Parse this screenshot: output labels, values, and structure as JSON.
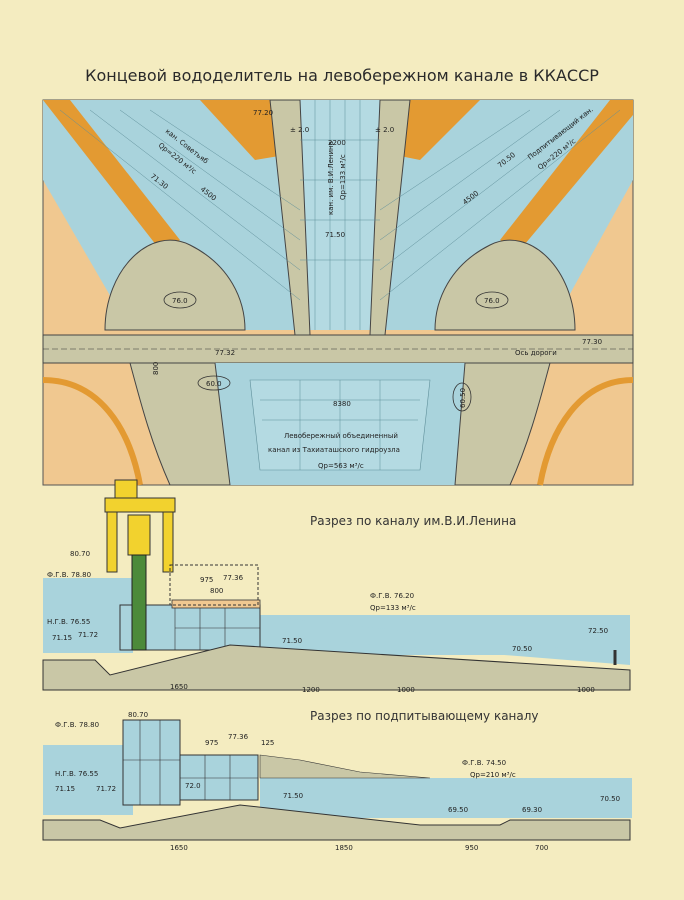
{
  "title": "Концевой вододелитель на левобережном канале в ККАССР",
  "plan": {
    "left_canal": {
      "name": "кан. Советьяб",
      "flow": "Qр=220 м³/с"
    },
    "center_canal": {
      "name": "кан. им. В.И.Ленина",
      "flow": "Qр=133 м³/с"
    },
    "right_canal": {
      "name": "Подпитывающий кан.",
      "flow": "Qр=220 м³/с"
    },
    "main_canal": {
      "line1": "Левобережный объединенный",
      "line2": "канал из Тахиаташского гидроузла",
      "flow": "Qр=563 м³/с"
    },
    "road_label": "Ось дороги",
    "marks": {
      "m7120": "77.20",
      "m2200": "2200",
      "m7150": "71.50",
      "m2000a": "± 2.0",
      "m2000b": "± 2.0",
      "m4500a": "4500",
      "m4500b": "4500",
      "m7130": "71.30",
      "m7050": "70.50",
      "m760a": "76.0",
      "m760b": "76.0",
      "m7732a": "77.32",
      "m7730b": "77.30",
      "m800": "800",
      "m600a": "60.0",
      "m6050": "60.50",
      "m8380": "8380"
    }
  },
  "section1": {
    "title": "Разрез по каналу им.В.И.Ленина",
    "marks": {
      "m8070": "80.70",
      "fgv": "Ф.Г.В. 78.80",
      "ngv": "Н.Г.В. 76.55",
      "m7115": "71.15",
      "m7172": "71.72",
      "m975": "975",
      "m7736": "77.36",
      "m800": "800",
      "fgv2": "Ф.Г.В. 76.20",
      "flow": "Qр=133 м³/с",
      "m7150": "71.50",
      "m7050": "70.50",
      "m7250": "72.50"
    },
    "dims": [
      "1650",
      "1200",
      "1000",
      "1000"
    ]
  },
  "section2": {
    "title": "Разрез по подпитывающему каналу",
    "marks": {
      "m8070": "80.70",
      "fgv": "Ф.Г.В. 78.80",
      "ngv": "Н.Г.В. 76.55",
      "m7115": "71.15",
      "m7172": "71.72",
      "m720": "72.0",
      "m975": "975",
      "m7736": "77.36",
      "m125": "125",
      "fgv2": "Ф.Г.В. 74.50",
      "flow": "Qр=210 м³/с",
      "m7150": "71.50",
      "m6950": "69.50",
      "m6930": "69.30",
      "m7050": "70.50"
    },
    "dims": [
      "1650",
      "1850",
      "950",
      "700"
    ]
  },
  "colors": {
    "paper": "#f4ecc0",
    "water": "#a9d3dc",
    "ground": "#c9c7a6",
    "sand": "#f0c890",
    "orange": "#e39a32",
    "crane": "#f2d22e"
  }
}
